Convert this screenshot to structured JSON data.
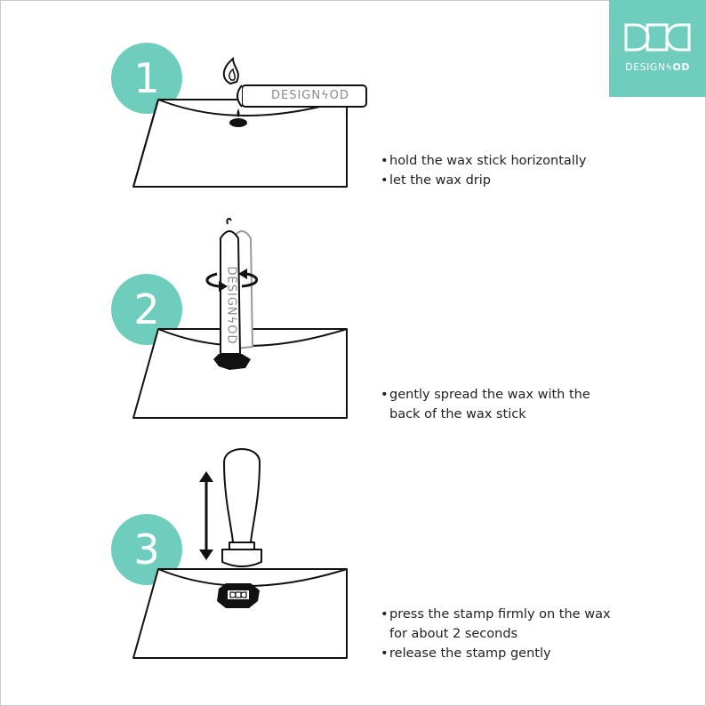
{
  "brand": {
    "accent_color": "#6fcdbd",
    "logo_prefix": "DESIGN",
    "logo_suffix": "OD",
    "logo_separator": "ϟ",
    "stick_text": "DESIGNϟOD"
  },
  "steps": [
    {
      "number": "1",
      "lines": [
        {
          "bullet": "•",
          "text": "hold the wax stick horizontally"
        },
        {
          "bullet": "•",
          "text": "let the wax drip"
        }
      ]
    },
    {
      "number": "2",
      "lines": [
        {
          "bullet": "•",
          "text": "gently spread the wax with the"
        },
        {
          "bullet": "",
          "text": "back of the wax stick"
        }
      ]
    },
    {
      "number": "3",
      "lines": [
        {
          "bullet": "•",
          "text": "press the stamp firmly on the wax"
        },
        {
          "bullet": "",
          "text": "for about 2 seconds"
        },
        {
          "bullet": "•",
          "text": "release the stamp gently"
        }
      ]
    }
  ],
  "icons": {
    "flame": "flame-icon",
    "rotate": "rotate-arrow-icon",
    "press": "up-down-arrow-icon"
  }
}
